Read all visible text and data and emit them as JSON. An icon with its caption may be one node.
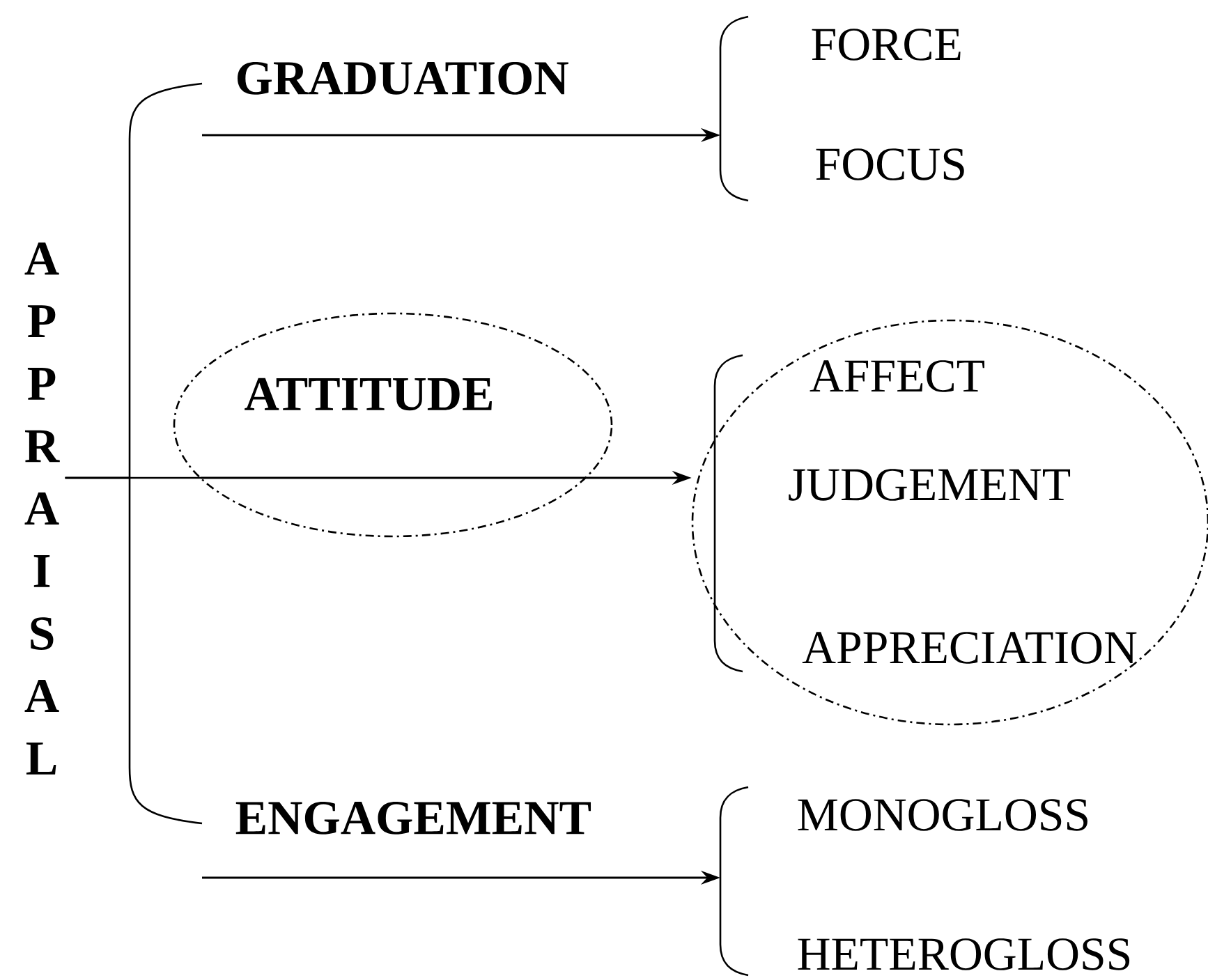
{
  "diagram": {
    "nodes": [
      {
        "text": [
          "APPRAISAL"
        ]
      },
      {
        "text": [
          "GRADUATION"
        ]
      },
      {
        "text": [],
        "shape": "bracket",
        "beside": [
          "FORCE",
          "FOCUS"
        ]
      },
      {
        "text": [
          "ATTITUDE"
        ]
      },
      {
        "text": [
          "AFFECT",
          "JUDGEMENT",
          "APPRECIATION"
        ]
      },
      {
        "text": [
          "ENGAGEMENT"
        ]
      },
      {
        "text": [],
        "shape": "bracket",
        "beside": [
          "MONOGLOSS",
          "HETEROGLOSS"
        ]
      }
    ],
    "edges": [
      {
        "from": 0,
        "to": 1,
        "arrow": "none"
      },
      {
        "from": 0,
        "to": 3,
        "arrow": "none"
      },
      {
        "from": 0,
        "to": 5,
        "arrow": "none"
      },
      {
        "from": 1,
        "to": 2,
        "arrow": "to"
      },
      {
        "from": 3,
        "to": 4,
        "arrow": "to"
      },
      {
        "from": 5,
        "to": 6,
        "arrow": "to"
      }
    ]
  }
}
